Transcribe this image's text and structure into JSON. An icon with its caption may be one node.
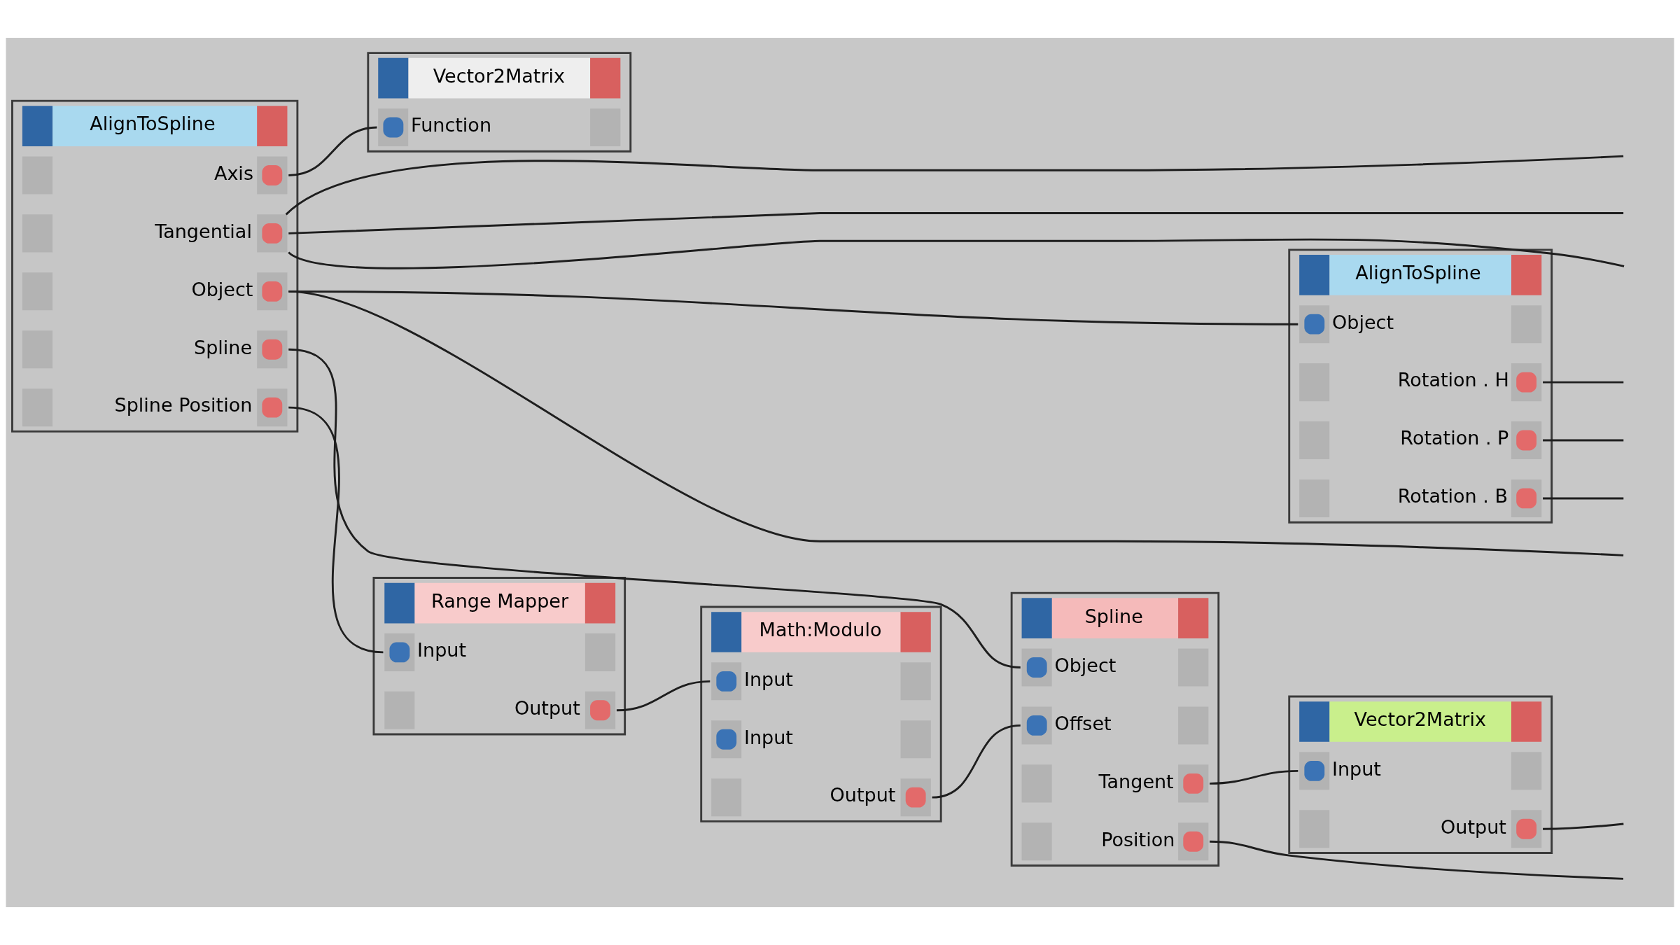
{
  "diagram": {
    "nodes": [
      {
        "text": [
          "AlignToSpline"
        ]
      },
      {
        "text": [
          "Object"
        ],
        "in": 0
      },
      {
        "text": [
          "Rotation . H"
        ],
        "in": 0
      },
      {
        "text": [
          "Rotation . P"
        ],
        "in": 0
      },
      {
        "text": [
          "Rotation . B"
        ],
        "in": 0
      },
      {
        "text": [
          "Vector2Matrix"
        ]
      },
      {
        "text": [
          "Function"
        ],
        "in": 5
      },
      {
        "text": [
          "AlignToSpline"
        ]
      },
      {
        "text": [
          "Axis"
        ],
        "in": 7
      },
      {
        "text": [
          "Tangential"
        ],
        "in": 7
      },
      {
        "text": [
          "Object"
        ],
        "in": 7
      },
      {
        "text": [
          "Spline"
        ],
        "in": 7
      },
      {
        "text": [
          "Spline Position"
        ],
        "in": 7
      },
      {
        "text": [
          "Vector2Matrix"
        ]
      },
      {
        "text": [
          "Input"
        ],
        "in": 13
      },
      {
        "text": [
          "Output"
        ],
        "in": 13
      },
      {
        "text": [
          "Spline"
        ]
      },
      {
        "text": [
          "Object"
        ],
        "in": 16
      },
      {
        "text": [
          "Offset"
        ],
        "in": 16
      },
      {
        "text": [
          "Tangent"
        ],
        "in": 16
      },
      {
        "text": [
          "Position"
        ],
        "in": 16
      },
      {
        "text": [
          "Range Mapper"
        ]
      },
      {
        "text": [
          "Input"
        ],
        "in": 21
      },
      {
        "text": [
          "Output"
        ],
        "in": 21
      },
      {
        "text": [
          "Math:Modulo"
        ]
      },
      {
        "text": [
          "Input"
        ],
        "in": 24
      },
      {
        "text": [
          "Input"
        ],
        "in": 24
      },
      {
        "text": [
          "Output"
        ],
        "in": 24
      }
    ],
    "edges": [
      {
        "from": 8,
        "to": 6,
        "arrow": "none"
      },
      {
        "from": 10,
        "to": 1,
        "arrow": "none"
      },
      {
        "from": 11,
        "to": 17,
        "arrow": "none"
      },
      {
        "from": 12,
        "to": 22,
        "arrow": "none"
      },
      {
        "from": 23,
        "to": 25,
        "arrow": "none"
      },
      {
        "from": 27,
        "to": 18,
        "arrow": "none"
      },
      {
        "from": 19,
        "to": 14,
        "arrow": "none"
      },
      {
        "from": 9,
        "to": null,
        "arrow": "none"
      },
      {
        "from": 9,
        "to": null,
        "arrow": "none"
      },
      {
        "from": 9,
        "to": null,
        "arrow": "none"
      },
      {
        "from": 10,
        "to": null,
        "arrow": "none"
      },
      {
        "from": 20,
        "to": null,
        "arrow": "none"
      },
      {
        "from": 15,
        "to": null,
        "arrow": "none"
      },
      {
        "from": 2,
        "to": null,
        "arrow": "none"
      },
      {
        "from": 3,
        "to": null,
        "arrow": "none"
      },
      {
        "from": 4,
        "to": null,
        "arrow": "none"
      }
    ]
  }
}
